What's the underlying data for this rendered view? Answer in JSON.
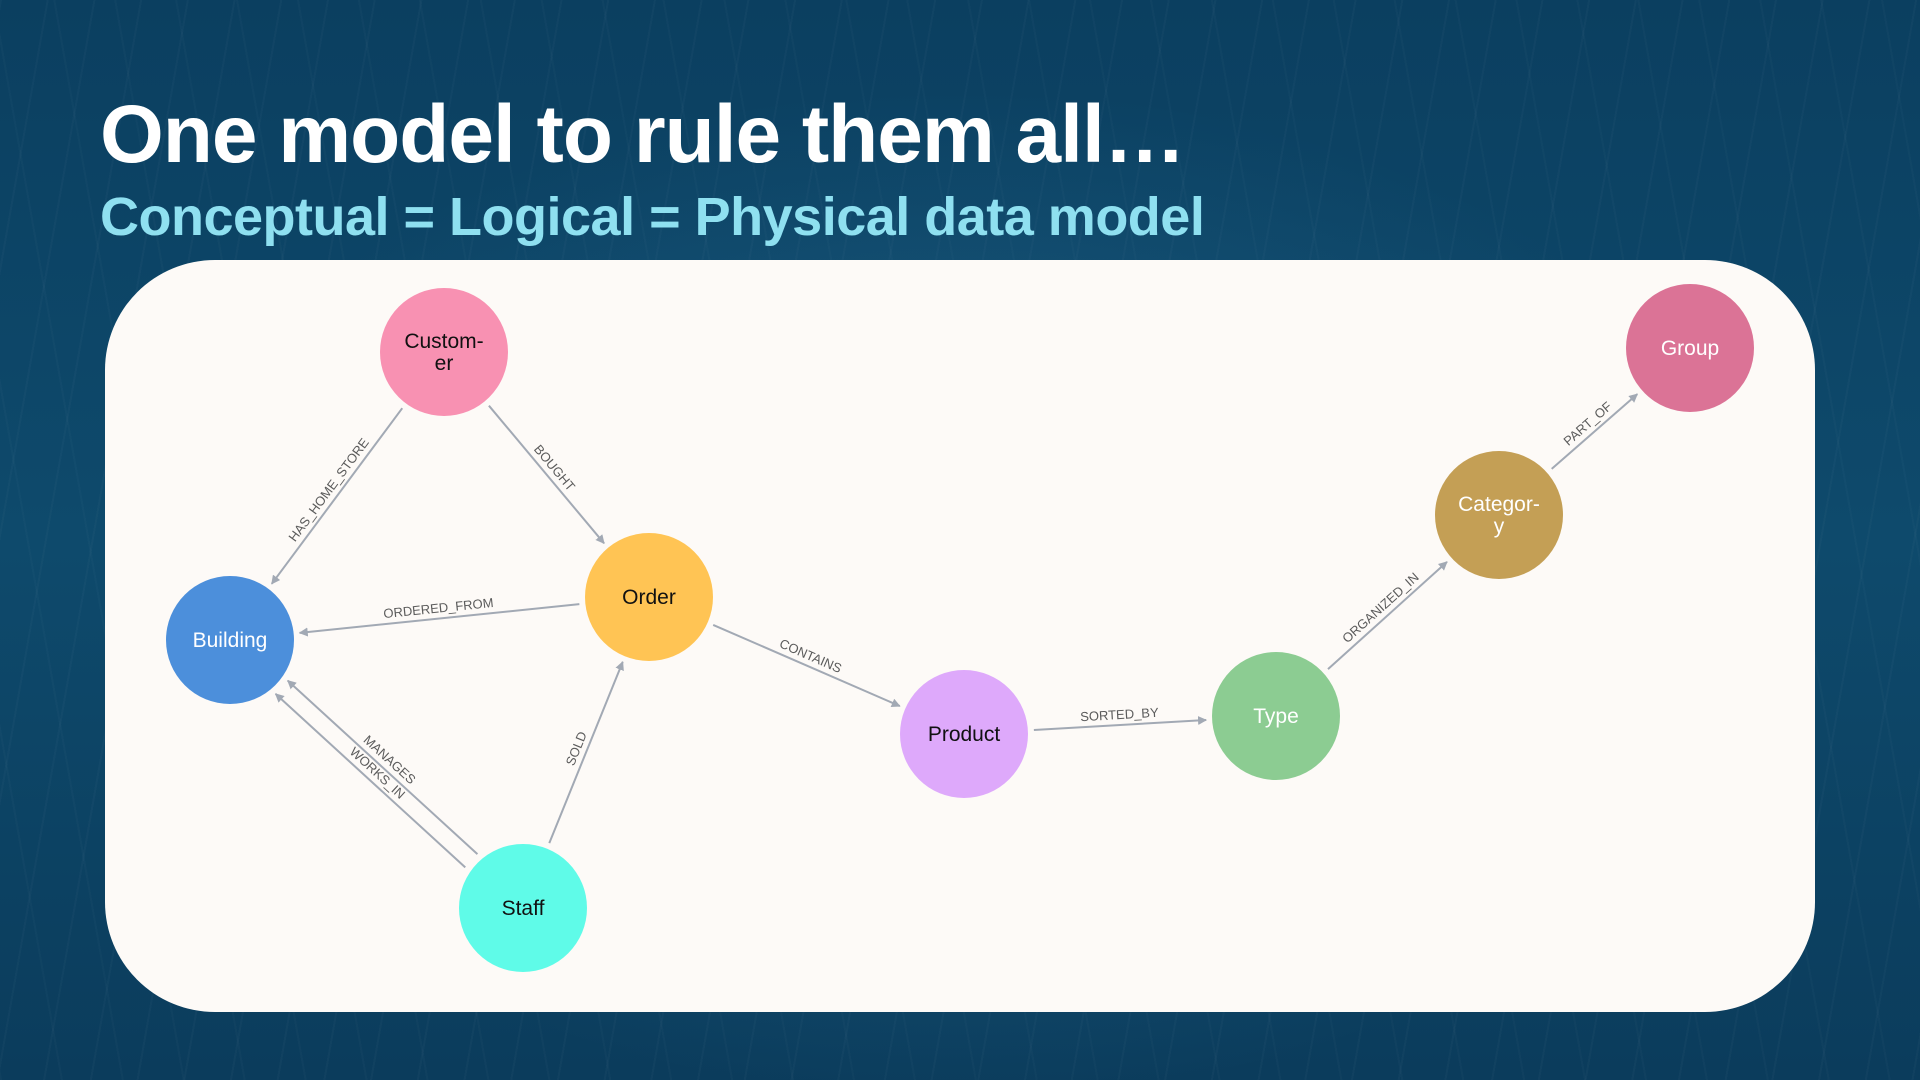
{
  "slide": {
    "title": "One model to rule them all…",
    "subtitle": "Conceptual = Logical = Physical data model"
  },
  "graph": {
    "nodes": [
      {
        "id": "customer",
        "lines": [
          "Custom-",
          "er"
        ],
        "color": "#f891b2",
        "text_color": "#111111"
      },
      {
        "id": "building",
        "lines": [
          "Building"
        ],
        "color": "#4c8fdb",
        "text_color": "#ffffff"
      },
      {
        "id": "order",
        "lines": [
          "Order"
        ],
        "color": "#ffc454",
        "text_color": "#111111"
      },
      {
        "id": "staff",
        "lines": [
          "Staff"
        ],
        "color": "#5ffbe8",
        "text_color": "#111111"
      },
      {
        "id": "product",
        "lines": [
          "Product"
        ],
        "color": "#dea9fb",
        "text_color": "#111111"
      },
      {
        "id": "type",
        "lines": [
          "Type"
        ],
        "color": "#8ccc92",
        "text_color": "#ffffff"
      },
      {
        "id": "category",
        "lines": [
          "Categor-",
          "y"
        ],
        "color": "#c49f55",
        "text_color": "#ffffff"
      },
      {
        "id": "group",
        "lines": [
          "Group"
        ],
        "color": "#db7396",
        "text_color": "#ffffff"
      }
    ],
    "edges": [
      {
        "from": "customer",
        "to": "building",
        "label": "HAS_HOME_STORE"
      },
      {
        "from": "customer",
        "to": "order",
        "label": "BOUGHT"
      },
      {
        "from": "order",
        "to": "building",
        "label": "ORDERED_FROM"
      },
      {
        "from": "staff",
        "to": "building",
        "label": "WORKS_IN"
      },
      {
        "from": "staff",
        "to": "building",
        "label": "MANAGES"
      },
      {
        "from": "staff",
        "to": "order",
        "label": "SOLD"
      },
      {
        "from": "order",
        "to": "product",
        "label": "CONTAINS"
      },
      {
        "from": "product",
        "to": "type",
        "label": "SORTED_BY"
      },
      {
        "from": "type",
        "to": "category",
        "label": "ORGANIZED_IN"
      },
      {
        "from": "category",
        "to": "group",
        "label": "PART_OF"
      }
    ],
    "edge_color": "#a2a9b4"
  }
}
